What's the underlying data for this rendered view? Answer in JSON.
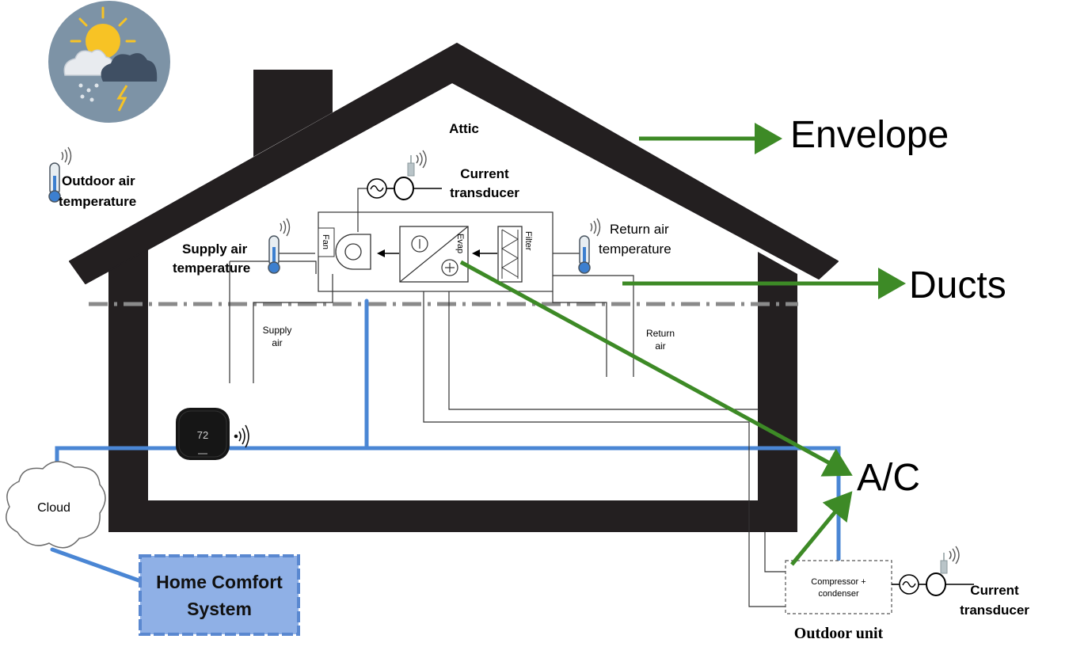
{
  "labels": {
    "attic": "Attic",
    "outdoor_air_temp_line1": "Outdoor air",
    "outdoor_air_temp_line2": "temperature",
    "current_transducer_top_line1": "Current",
    "current_transducer_top_line2": "transducer",
    "supply_air_temp_line1": "Supply air",
    "supply_air_temp_line2": "temperature",
    "return_air_temp_line1": "Return air",
    "return_air_temp_line2": "temperature",
    "fan": "Fan",
    "evap": "Evap",
    "filter": "Filter",
    "supply_air_line1": "Supply",
    "supply_air_line2": "air",
    "return_air_line1": "Return",
    "return_air_line2": "air",
    "thermostat_reading": "72",
    "cloud": "Cloud",
    "home_comfort_line1": "Home Comfort",
    "home_comfort_line2": "System",
    "compressor_line1": "Compressor +",
    "compressor_line2": "condenser",
    "current_transducer_right_line1": "Current",
    "current_transducer_right_line2": "transducer",
    "outdoor_unit": "Outdoor unit"
  },
  "categories": {
    "envelope": "Envelope",
    "ducts": "Ducts",
    "ac": "A/C"
  },
  "icons": [
    "weather-icon",
    "thermometer-icon",
    "wireless-signal-icon",
    "thermostat-icon",
    "current-transducer-icon",
    "fan-icon",
    "evaporator-icon",
    "filter-icon",
    "cloud-icon"
  ],
  "colors": {
    "house": "#231f20",
    "wiring_blue": "#4a86d4",
    "arrow_green": "#3d8a26",
    "hcs_fill": "#8fb0e6",
    "hcs_border": "#5a88d0",
    "weather_bg": "#7d93a6",
    "sun": "#f7c325"
  }
}
